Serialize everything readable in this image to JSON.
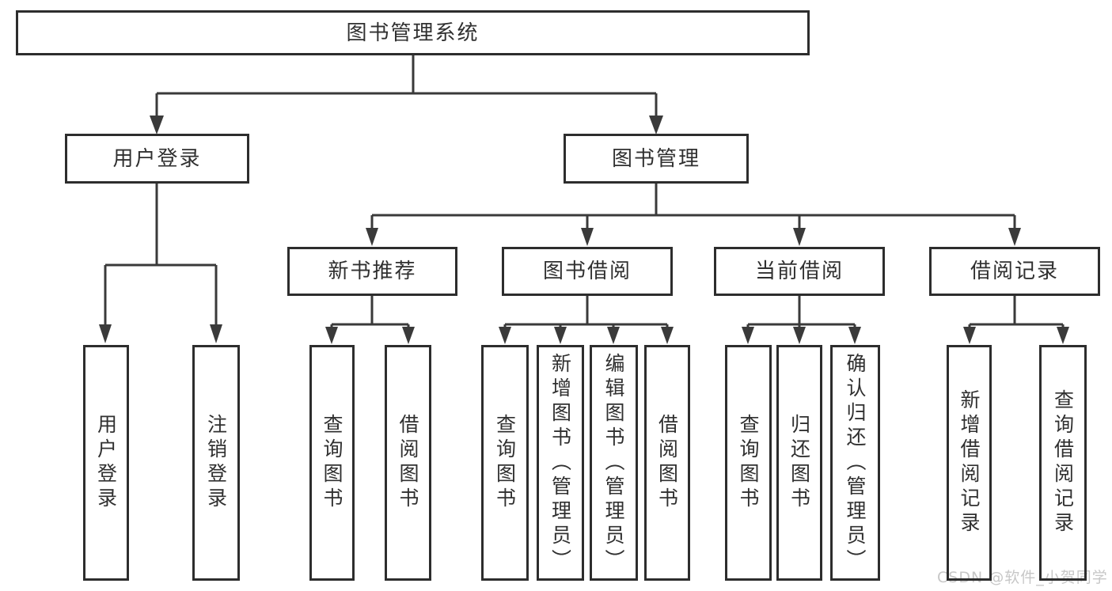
{
  "diagram": {
    "root": {
      "label": "图书管理系统"
    },
    "level2": [
      {
        "label": "用户登录"
      },
      {
        "label": "图书管理"
      }
    ],
    "level3": [
      {
        "label": "新书推荐"
      },
      {
        "label": "图书借阅"
      },
      {
        "label": "当前借阅"
      },
      {
        "label": "借阅记录"
      }
    ],
    "leaves": {
      "login": [
        {
          "label": "用户登录"
        },
        {
          "label": "注销登录"
        }
      ],
      "newbook": [
        {
          "label": "查询图书"
        },
        {
          "label": "借阅图书"
        }
      ],
      "borrow": [
        {
          "label": "查询图书"
        },
        {
          "label": "新增图书（管理员）"
        },
        {
          "label": "编辑图书（管理员）"
        },
        {
          "label": "借阅图书"
        }
      ],
      "current": [
        {
          "label": "查询图书"
        },
        {
          "label": "归还图书"
        },
        {
          "label": "确认归还（管理员）"
        }
      ],
      "records": [
        {
          "label": "新增借阅记录"
        },
        {
          "label": "查询借阅记录"
        }
      ]
    },
    "colors": {
      "line": "#3a3a3a",
      "border": "#2d2d2d",
      "text": "#303030",
      "watermark": "#c7c7c7"
    },
    "watermark": "CSDN @软件_小贺同学"
  }
}
